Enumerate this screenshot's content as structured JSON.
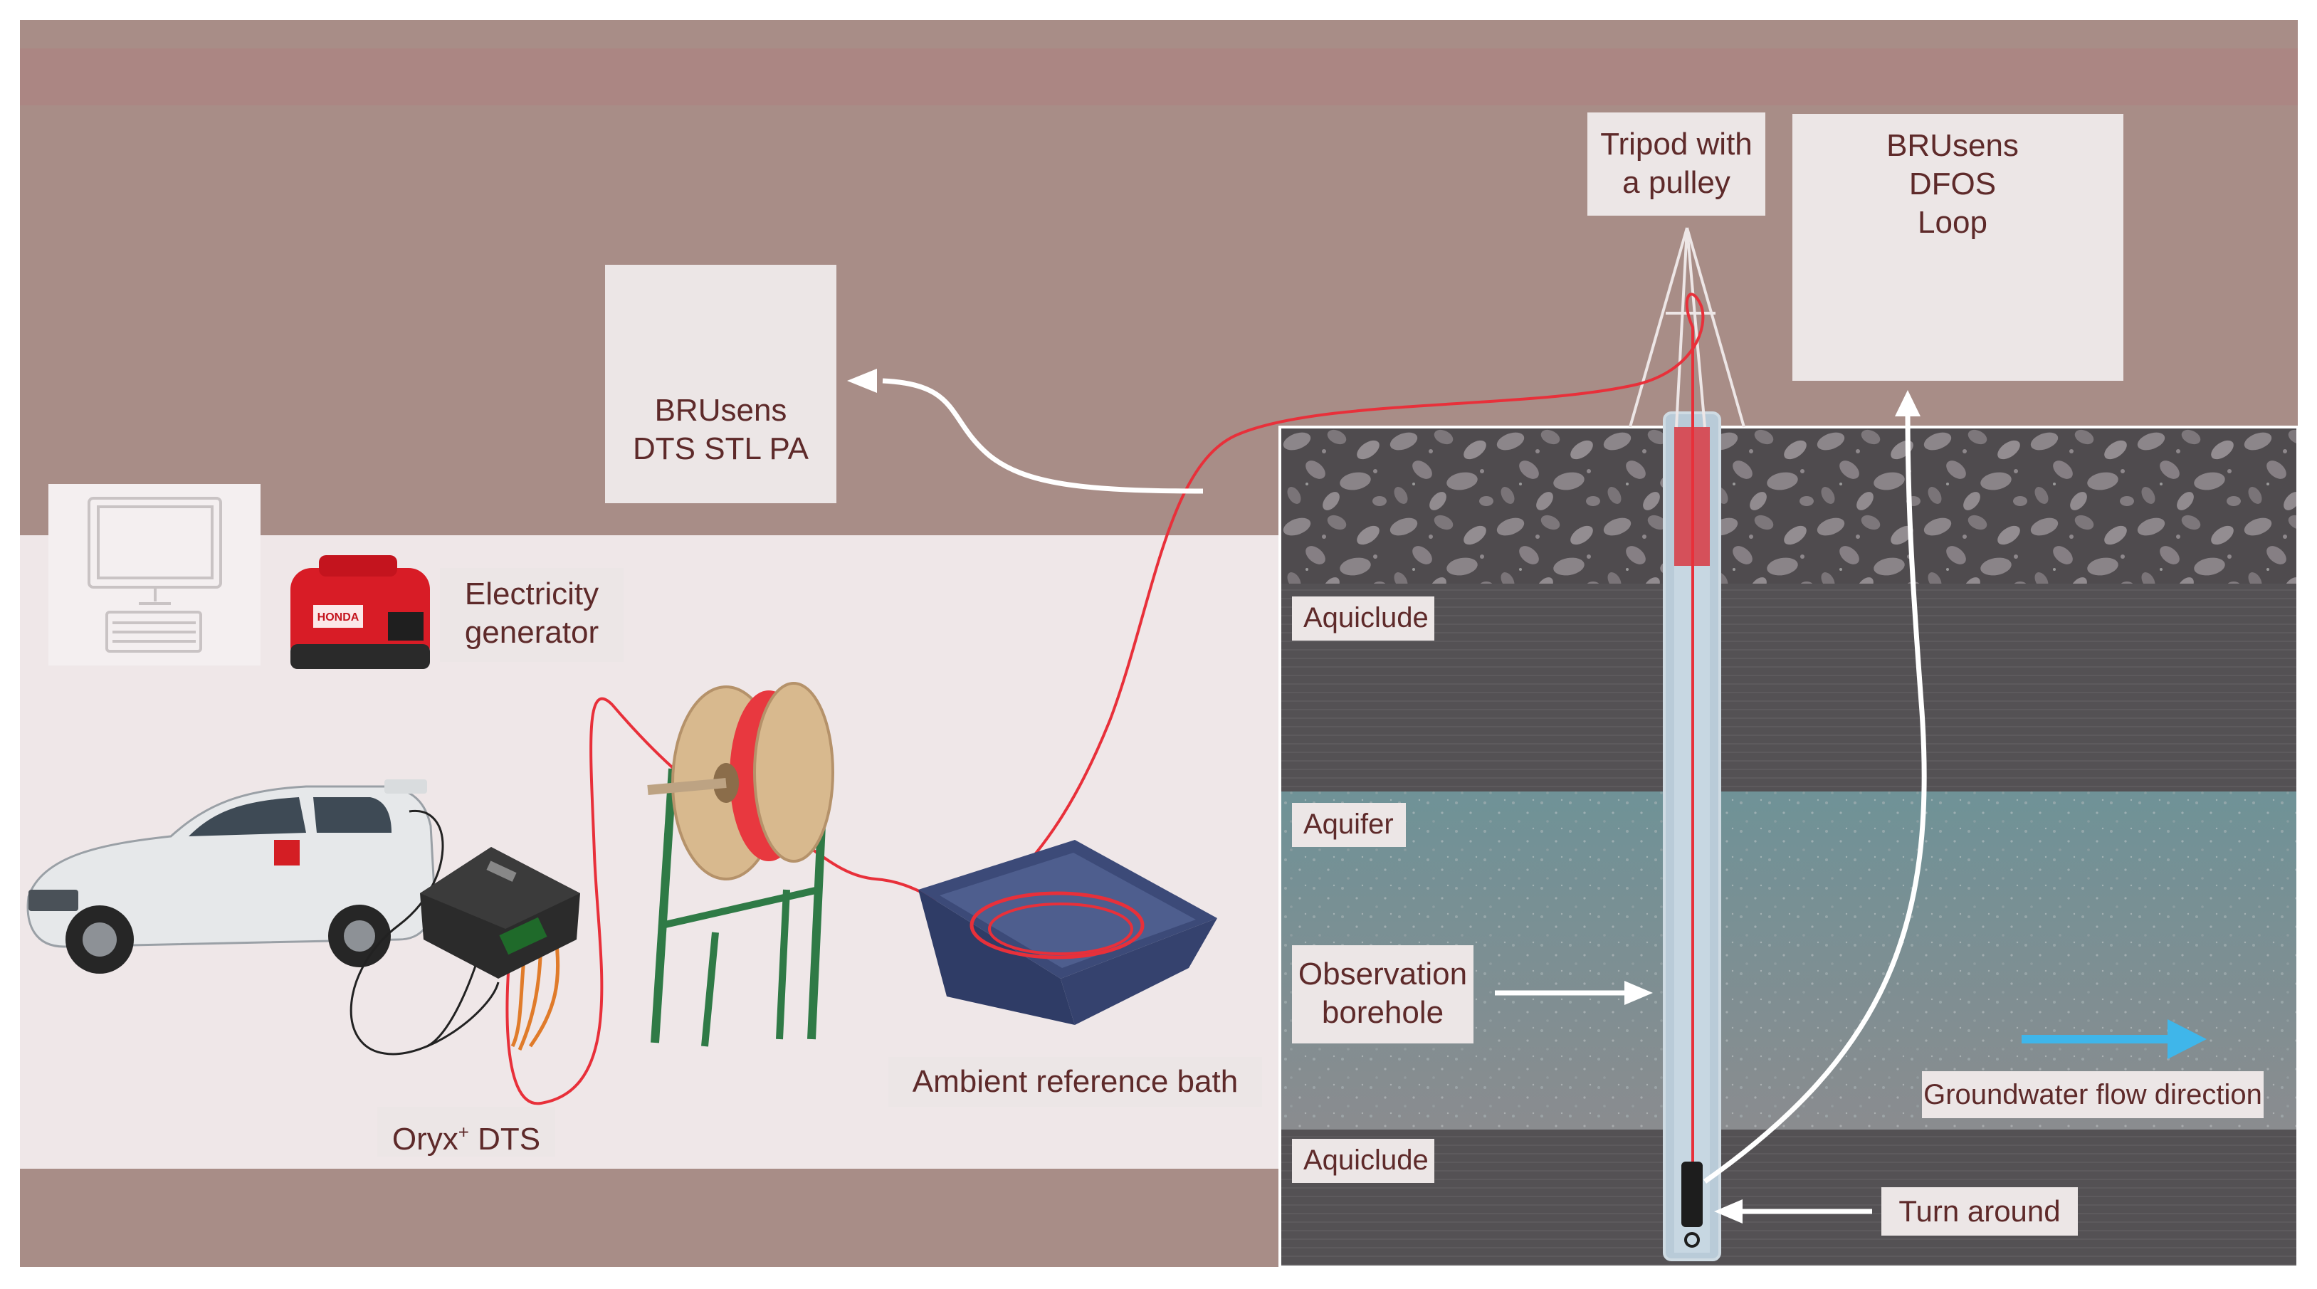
{
  "labels": {
    "tripod": [
      "Tripod with",
      "a pulley"
    ],
    "dfos_loop": [
      "BRUsens",
      "DFOS",
      "Loop"
    ],
    "cable": [
      "BRUsens",
      "DTS STL PA"
    ],
    "generator": [
      "Electricity",
      "generator"
    ],
    "oryx_main": "Oryx",
    "oryx_sup": "+",
    "oryx_rest": " DTS",
    "bath": "Ambient reference bath",
    "aquiclude_top": "Aquiclude",
    "aquifer": "Aquifer",
    "borehole": [
      "Observation",
      "borehole"
    ],
    "flow": "Groundwater flow direction",
    "aquiclude_bottom": "Aquiclude",
    "turn_around": "Turn around"
  },
  "generator_brand": "HONDA",
  "icons": [
    "computer-icon",
    "generator-icon",
    "vehicle-icon",
    "dts-unit-icon",
    "cable-reel-icon",
    "reference-bath-icon",
    "cable-cross-section-icon",
    "dfos-probe-icon",
    "dfos-loop-end-icon",
    "tripod-icon"
  ],
  "colors": {
    "sky_band": "#ab8683",
    "background": "#a88d87",
    "surface_area": "#efe7e8",
    "gravel": "#585457",
    "aquiclude": "#545053",
    "aquifer": "#6f8f93",
    "cable_red": "#e8303a",
    "flow_arrow": "#3fb6ea",
    "label_text": "#5e2a2a"
  }
}
